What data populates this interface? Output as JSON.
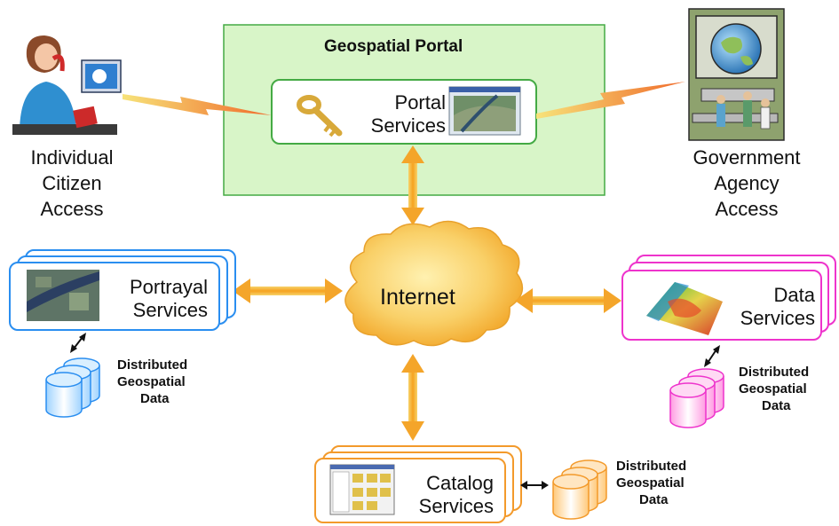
{
  "portal": {
    "title": "Geospatial Portal",
    "services_line1": "Portal",
    "services_line2": "Services"
  },
  "citizen": {
    "line1": "Individual",
    "line2": "Citizen",
    "line3": "Access"
  },
  "government": {
    "line1": "Government",
    "line2": "Agency",
    "line3": "Access"
  },
  "internet": {
    "label": "Internet"
  },
  "portrayal": {
    "line1": "Portrayal",
    "line2": "Services"
  },
  "data_services": {
    "line1": "Data",
    "line2": "Services"
  },
  "catalog": {
    "line1": "Catalog",
    "line2": "Services"
  },
  "distributed_data": {
    "line1": "Distributed",
    "line2": "Geospatial",
    "line3": "Data"
  },
  "colors": {
    "portal_bg": "#d8f5c8",
    "portal_border": "#44aa44",
    "portrayal_border": "#2a8ef0",
    "data_border": "#ee33cc",
    "catalog_border": "#f39a2b",
    "arrow": "#f4a52a",
    "cloud": "#f7c24a"
  },
  "icons": [
    "key-icon",
    "person-at-desk-icon",
    "control-room-icon",
    "satellite-map-icon",
    "terrain-3d-icon",
    "catalog-screen-icon",
    "lightning-link-icon",
    "database-stack-icon"
  ]
}
